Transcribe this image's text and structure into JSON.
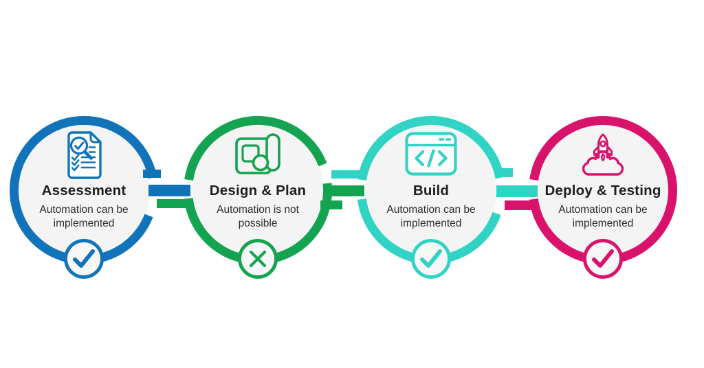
{
  "diagram": {
    "background_color": "#ffffff",
    "circle_fill": "#f4f4f4",
    "panel_fill": "#fdfdfd",
    "badge_fill": "#f7f7f7",
    "title_color": "#1e1e1e",
    "subtitle_color": "#2d2d2d"
  },
  "stages": [
    {
      "title": "Assessment",
      "subtitle_lines": [
        "Automation can be",
        "implemented"
      ],
      "color": "#1173b9",
      "icon": "document-review-icon",
      "status": "check"
    },
    {
      "title": "Design & Plan",
      "subtitle_lines": [
        "Automation is not",
        "possible"
      ],
      "color": "#14a351",
      "icon": "blueprint-icon",
      "status": "cross"
    },
    {
      "title": "Build",
      "subtitle_lines": [
        "Automation can be",
        "implemented"
      ],
      "color": "#31d3c5",
      "icon": "code-window-icon",
      "status": "check"
    },
    {
      "title": "Deploy & Testing",
      "subtitle_lines": [
        "Automation can be",
        "implemented"
      ],
      "color": "#d9136b",
      "icon": "rocket-icon",
      "status": "check"
    }
  ]
}
